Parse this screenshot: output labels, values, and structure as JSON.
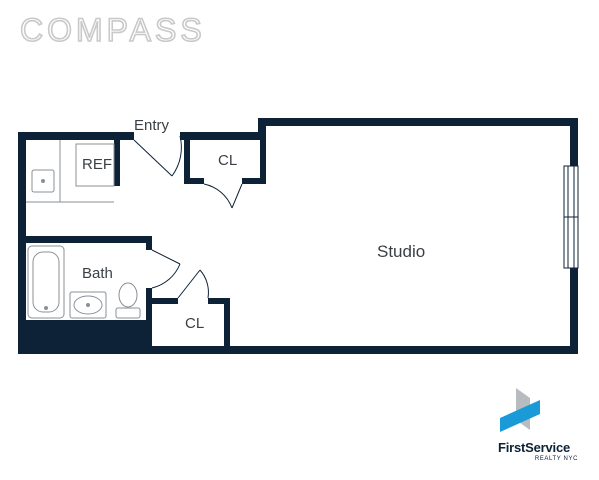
{
  "brand": {
    "logo": "COMPASS",
    "partner_name": "FirstService",
    "partner_sub": "REALTY NYC",
    "partner_icon": "firstservice-ribbon-icon"
  },
  "rooms": {
    "studio": "Studio",
    "entry": "Entry",
    "ref": "REF",
    "closet_top": "CL",
    "bath": "Bath",
    "closet_bottom": "CL"
  },
  "colors": {
    "wall": "#0d2237",
    "fixture": "#8a9097",
    "accent_blue": "#1a9bd7",
    "accent_gray": "#b8bcc0"
  }
}
